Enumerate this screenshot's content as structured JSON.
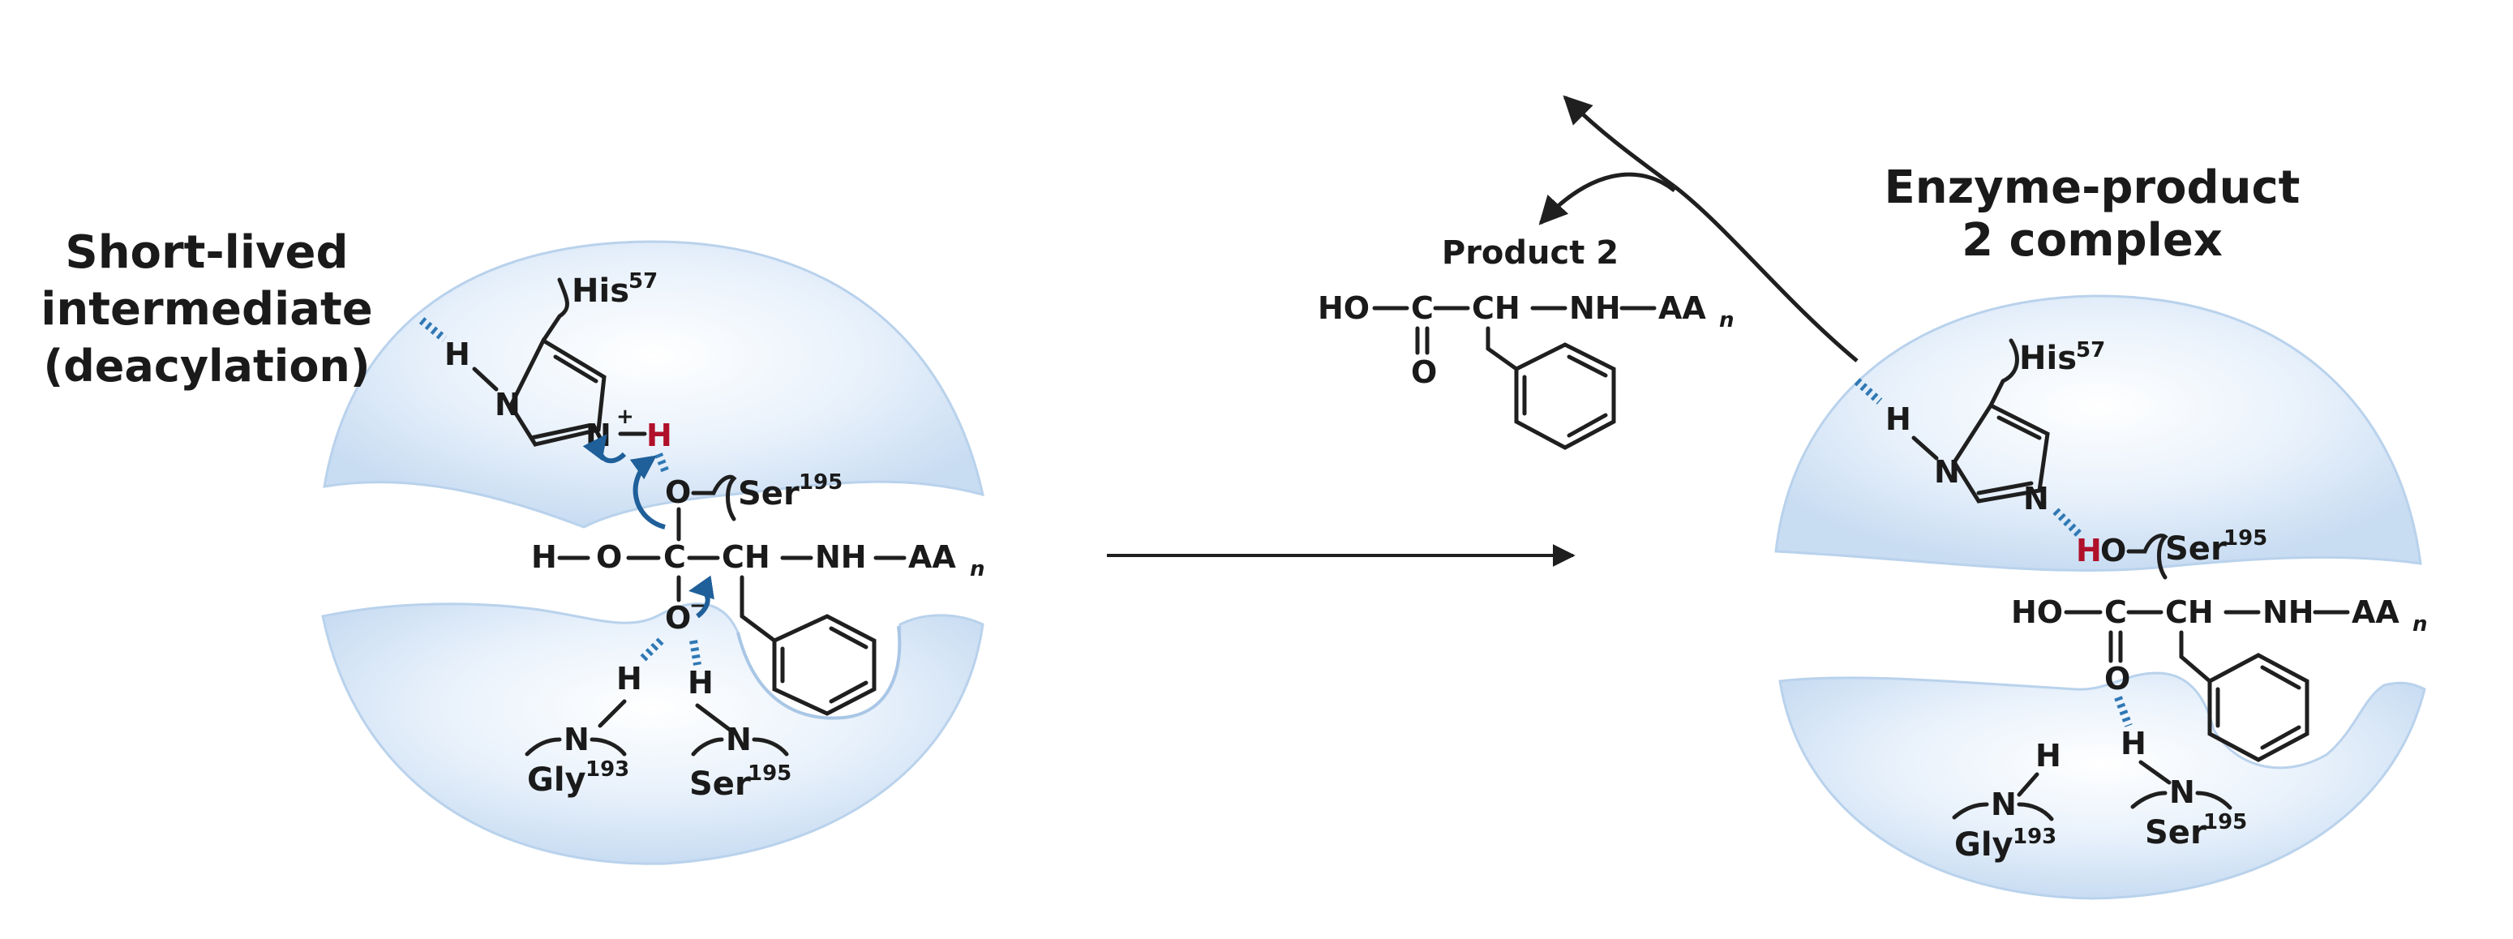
{
  "left_panel": {
    "title_line1": "Short-lived",
    "title_line2": "intermediate",
    "title_line3": "(deacylation)",
    "his_label": "His",
    "his_number": "57",
    "ser_label": "Ser",
    "ser_number": "195",
    "gly_label": "Gly",
    "gly_number": "193",
    "ser2_label": "Ser",
    "ser2_number": "195",
    "charge_plus": "+",
    "charge_minus": "−",
    "chain_labels": {
      "h": "H",
      "o": "O",
      "c": "C",
      "ch": "CH",
      "nh": "NH",
      "aa": "AA",
      "n": "n"
    }
  },
  "middle": {
    "product_label": "Product 2",
    "product_chain": {
      "ho": "HO",
      "c": "C",
      "ch": "CH",
      "nh": "NH",
      "aa": "AA",
      "n": "n",
      "o": "O"
    }
  },
  "right_panel": {
    "title_line1": "Enzyme-product",
    "title_line2": "2 complex",
    "his_label": "His",
    "his_number": "57",
    "ser_label": "Ser",
    "ser_number": "195",
    "gly_label": "Gly",
    "gly_number": "193",
    "ser2_label": "Ser",
    "ser2_number": "195"
  },
  "colors": {
    "enzyme_fill": "#d6e6f6",
    "hbond": "#2f78b4",
    "highlight_h": "#b0102a",
    "curved_arrow": "#1f5f9a"
  }
}
